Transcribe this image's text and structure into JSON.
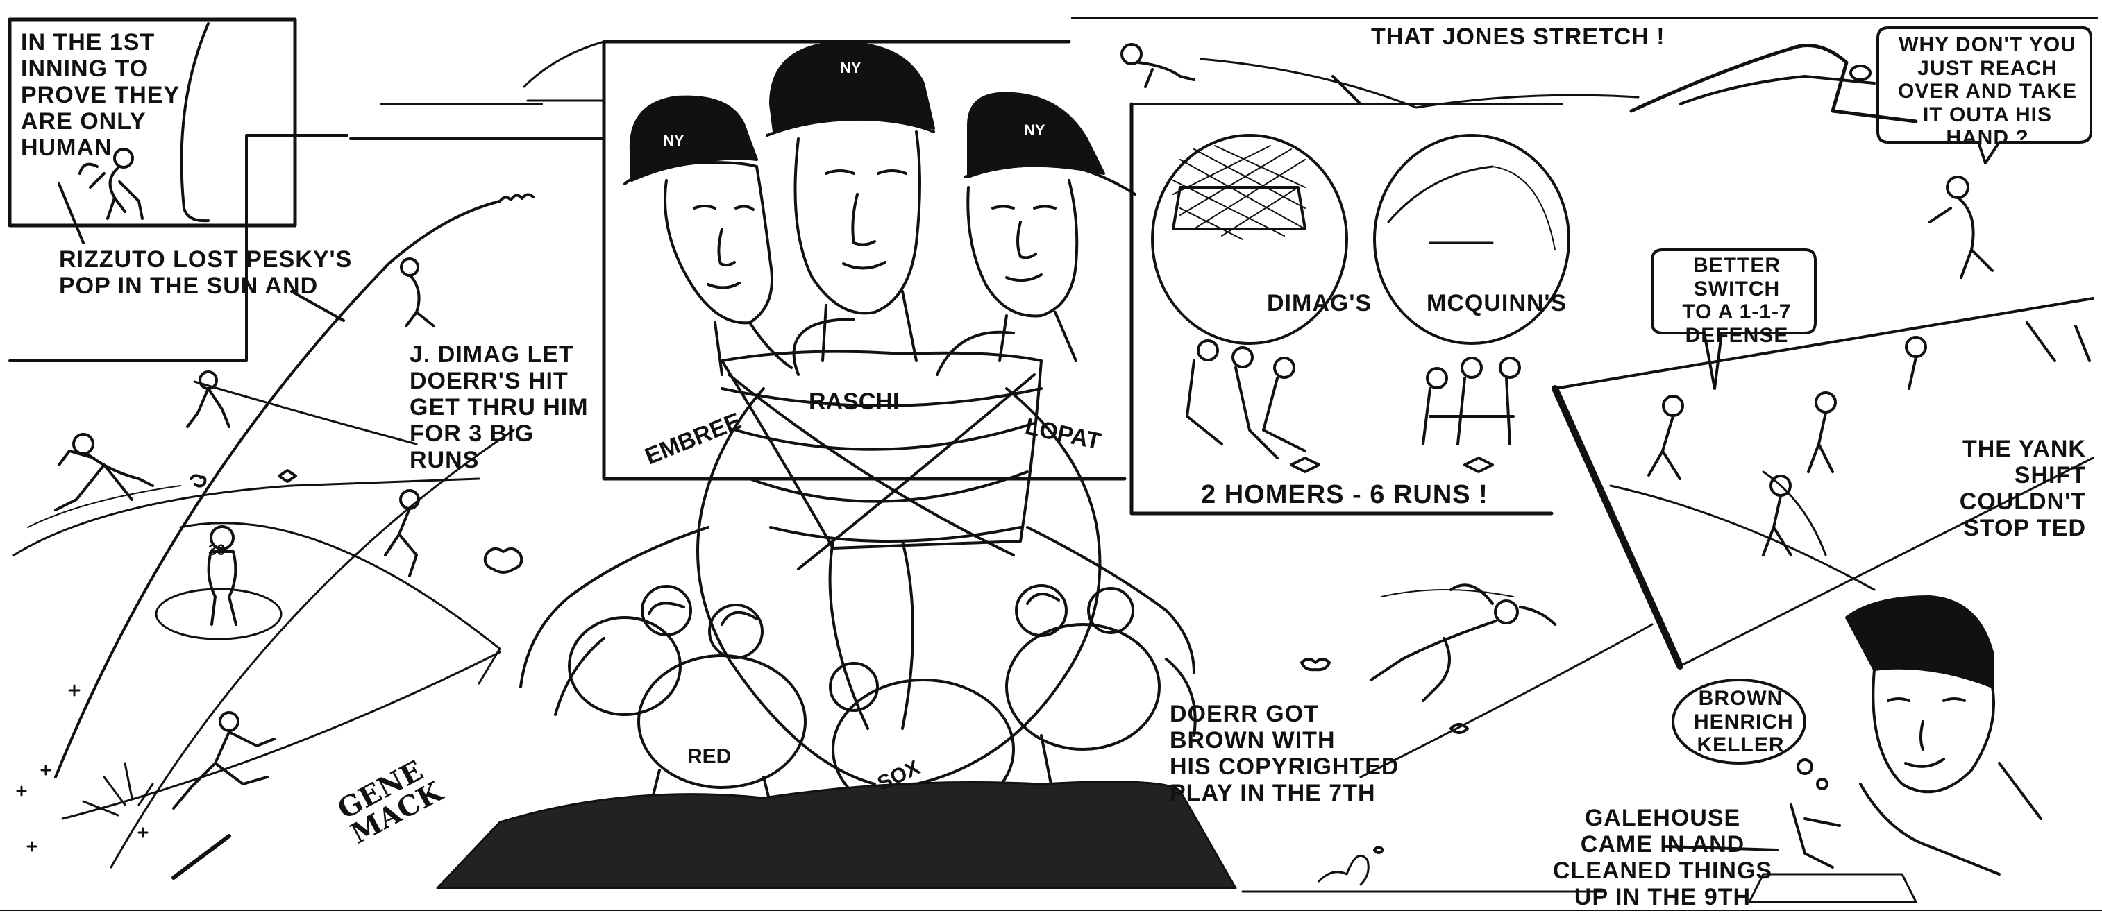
{
  "captions": {
    "first_inning": "IN THE 1st\nINNING TO\nPROVE THEY\nARE ONLY\nHUMAN",
    "rizzuto": "RIZZUTO LOST PESKY'S\nPOP IN THE SUN AND",
    "dimag_let": "J. DIMAG LET\nDOERR'S HIT\nGET THRU HIM\nFOR 3 BIG\nRUNS",
    "jones_stretch": "THAT JONES STRETCH !",
    "reach_over": "WHY DON'T YOU\nJUST REACH\nOVER AND TAKE\nIT OUTA HIS\nHAND ?",
    "dimags": "DIMAG'S",
    "mcquinns": "McQUINN'S",
    "homers": "2 HOMERS - 6 RUNS !",
    "better_switch": "BETTER SWITCH\nTO A 1-1-7\nDEFENSE",
    "yank_shift": "THE YANK\nSHIFT\nCOULDN'T\nSTOP TED",
    "doerr_got": "DOERR GOT\nBROWN WITH\nHIS COPYRIGHTED\nPLAY IN THE 7th",
    "galehouse": "GALEHOUSE\nCAME IN AND\nCLEANED THINGS\nUP IN THE 9th",
    "brown_henrich_keller": "BROWN\nHENRICH\nKELLER"
  },
  "labels": {
    "embree": "EMBREE",
    "raschi": "RASCHI",
    "lopat": "LOPAT",
    "red": "RED",
    "sox": "SOX",
    "jersey_number": "30",
    "cap_logo": "NY"
  },
  "signature": "GENE\nMACK",
  "colors": {
    "ink": "#111111",
    "paper": "#ffffff"
  }
}
